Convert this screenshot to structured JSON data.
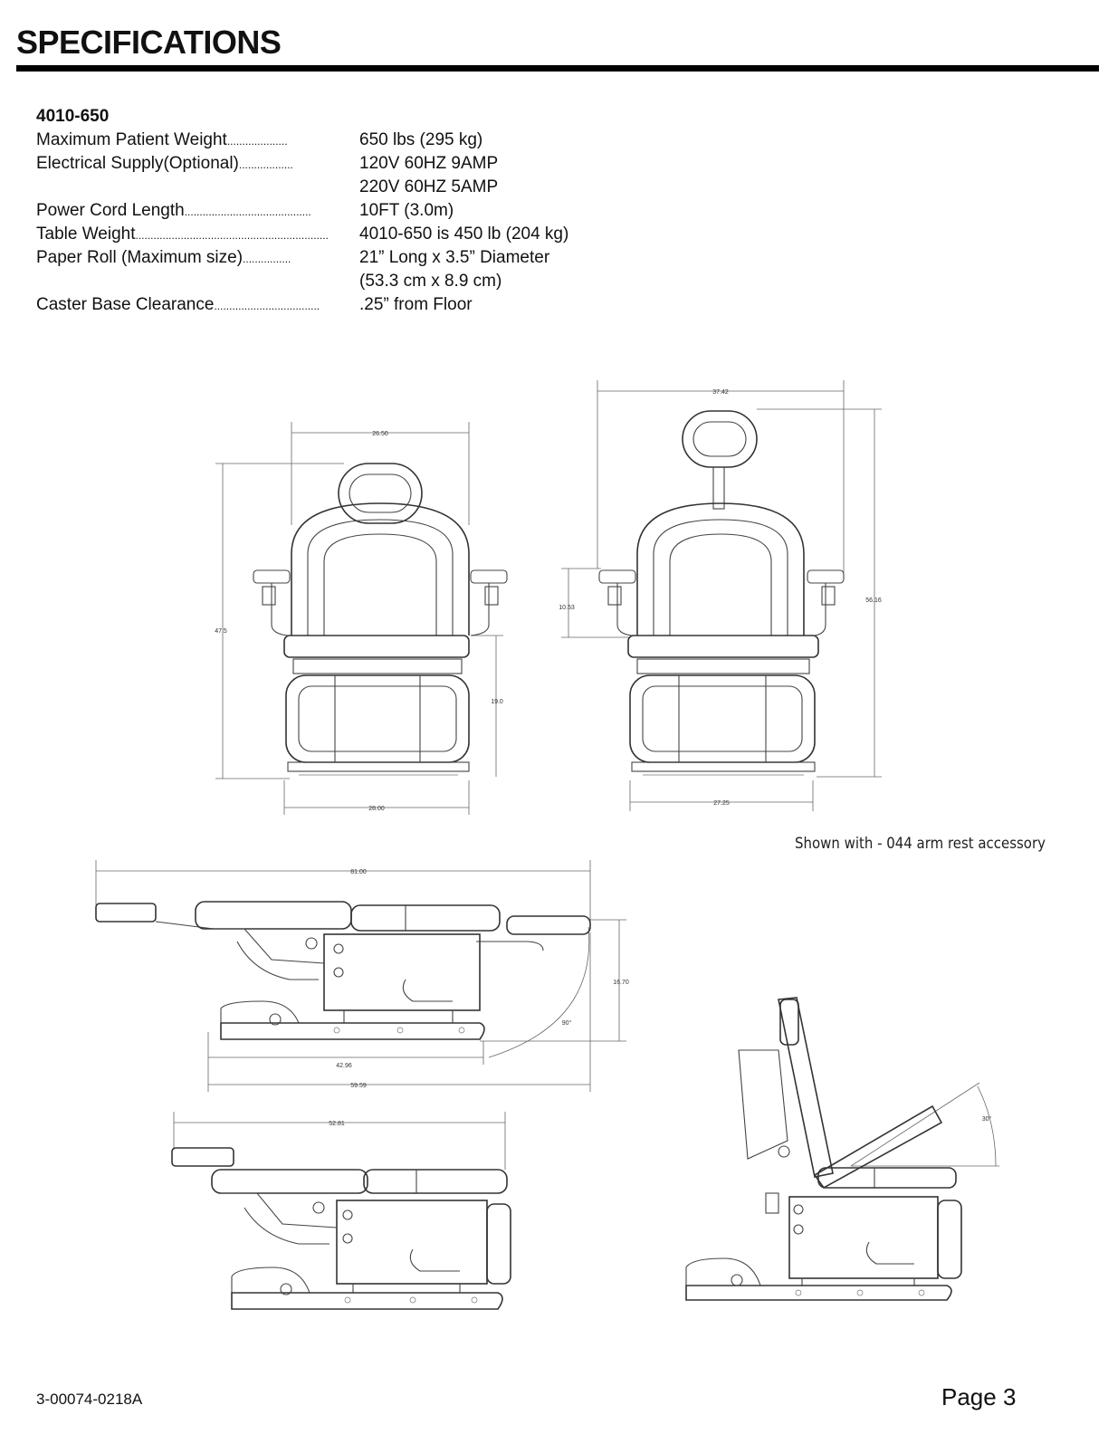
{
  "header": {
    "title": "SPECIFICATIONS"
  },
  "specs": {
    "model": "4010-650",
    "rows": [
      {
        "label": "Maximum Patient Weight",
        "value": "650 lbs (295 kg)"
      },
      {
        "label": "Electrical Supply(Optional)",
        "value": "120V 60HZ 9AMP"
      },
      {
        "label": "",
        "value": "220V 60HZ 5AMP"
      },
      {
        "label": "Power Cord Length",
        "value": "10FT (3.0m)"
      },
      {
        "label": "Table Weight",
        "value": "4010-650 is 450 lb (204 kg)"
      },
      {
        "label": "Paper Roll (Maximum size)",
        "value": "21” Long x 3.5” Diameter"
      },
      {
        "label": "",
        "value": "(53.3 cm x 8.9 cm)"
      },
      {
        "label": "Caster Base Clearance",
        "value": ".25” from Floor"
      }
    ]
  },
  "drawings": {
    "front_view": {
      "width_top": "26.50",
      "height": "47.5",
      "base_height": "19.0",
      "width_bottom": "28.00"
    },
    "front_view_extended": {
      "width_top": "37.42",
      "armrest_height": "10.53",
      "height": "56.16",
      "width_bottom": "27.25"
    },
    "side_view_flat": {
      "overall": "81.00",
      "height": "16.70",
      "angle": "90°",
      "base_length": "42.96",
      "length": "59.59"
    },
    "side_view_short": {
      "overall": "52.81"
    },
    "side_view_reclined": {
      "angle": "30°"
    }
  },
  "caption": "Shown with - 044 arm rest accessory",
  "footer": {
    "doc_code": "3-00074-0218A",
    "page": "Page 3"
  }
}
